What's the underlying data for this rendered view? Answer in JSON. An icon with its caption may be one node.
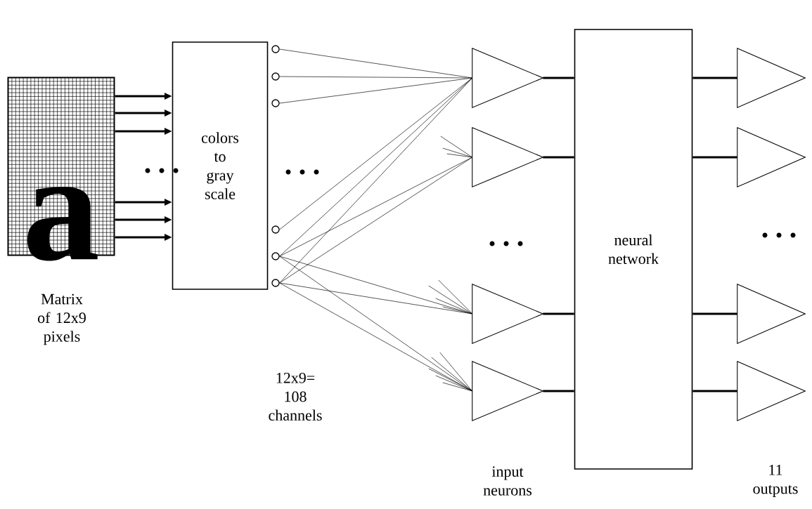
{
  "diagram": {
    "nodes": [
      {
        "text": [
          "a"
        ]
      },
      {
        "text": [
          "colors to gray scale"
        ]
      },
      {
        "text": [],
        "shape": "circle"
      },
      {
        "text": [],
        "shape": "circle"
      },
      {
        "text": [],
        "shape": "circle"
      },
      {
        "text": [],
        "shape": "circle"
      },
      {
        "text": [],
        "shape": "circle"
      },
      {
        "text": [],
        "shape": "circle"
      },
      {
        "text": [],
        "shape": "triangle"
      },
      {
        "text": [],
        "shape": "triangle"
      },
      {
        "text": [],
        "shape": "triangle"
      },
      {
        "text": [],
        "shape": "triangle"
      },
      {
        "text": [
          "neural network"
        ]
      },
      {
        "text": [],
        "shape": "triangle"
      },
      {
        "text": [],
        "shape": "triangle"
      },
      {
        "text": [],
        "shape": "triangle"
      },
      {
        "text": [],
        "shape": "triangle"
      }
    ],
    "edges": [
      {
        "from": 0,
        "to": 1,
        "arrow": "to",
        "style": "thick"
      },
      {
        "from": 0,
        "to": 1,
        "arrow": "to",
        "style": "thick"
      },
      {
        "from": 0,
        "to": 1,
        "arrow": "to",
        "style": "thick"
      },
      {
        "from": 0,
        "to": 1,
        "arrow": "to",
        "style": "thick"
      },
      {
        "from": 0,
        "to": 1,
        "arrow": "to",
        "style": "thick"
      },
      {
        "from": 0,
        "to": 1,
        "arrow": "to",
        "style": "thick"
      },
      {
        "from": 2,
        "to": 8,
        "arrow": "none"
      },
      {
        "from": 3,
        "to": 8,
        "arrow": "none"
      },
      {
        "from": 4,
        "to": 8,
        "arrow": "none"
      },
      {
        "from": 5,
        "to": 8,
        "arrow": "none"
      },
      {
        "from": 6,
        "to": 8,
        "arrow": "none"
      },
      {
        "from": 7,
        "to": 8,
        "arrow": "none"
      },
      {
        "from": 6,
        "to": 9,
        "arrow": "none"
      },
      {
        "from": 7,
        "to": 9,
        "arrow": "none"
      },
      {
        "from": null,
        "to": 9,
        "arrow": "none"
      },
      {
        "from": null,
        "to": 9,
        "arrow": "none"
      },
      {
        "from": null,
        "to": 9,
        "arrow": "none"
      },
      {
        "from": 6,
        "to": 10,
        "arrow": "none"
      },
      {
        "from": 7,
        "to": 10,
        "arrow": "none"
      },
      {
        "from": null,
        "to": 10,
        "arrow": "none"
      },
      {
        "from": null,
        "to": 10,
        "arrow": "none"
      },
      {
        "from": null,
        "to": 10,
        "arrow": "none"
      },
      {
        "from": null,
        "to": 10,
        "arrow": "none"
      },
      {
        "from": 6,
        "to": 11,
        "arrow": "none"
      },
      {
        "from": 7,
        "to": 11,
        "arrow": "none"
      },
      {
        "from": null,
        "to": 11,
        "arrow": "none"
      },
      {
        "from": null,
        "to": 11,
        "arrow": "none"
      },
      {
        "from": null,
        "to": 11,
        "arrow": "none"
      },
      {
        "from": null,
        "to": 11,
        "arrow": "none"
      },
      {
        "from": null,
        "to": 11,
        "arrow": "none"
      },
      {
        "from": 8,
        "to": 12,
        "arrow": "none",
        "style": "thick"
      },
      {
        "from": 9,
        "to": 12,
        "arrow": "none",
        "style": "thick"
      },
      {
        "from": 10,
        "to": 12,
        "arrow": "none",
        "style": "thick"
      },
      {
        "from": 11,
        "to": 12,
        "arrow": "none",
        "style": "thick"
      },
      {
        "from": 12,
        "to": 13,
        "arrow": "none",
        "style": "thick"
      },
      {
        "from": 12,
        "to": 14,
        "arrow": "none",
        "style": "thick"
      },
      {
        "from": 12,
        "to": 15,
        "arrow": "none",
        "style": "thick"
      },
      {
        "from": 12,
        "to": 16,
        "arrow": "none",
        "style": "thick"
      }
    ],
    "labels": [
      "Matrix of 12x9 pixels",
      "12x9= 108 channels",
      "input neurons",
      "11 outputs"
    ]
  }
}
